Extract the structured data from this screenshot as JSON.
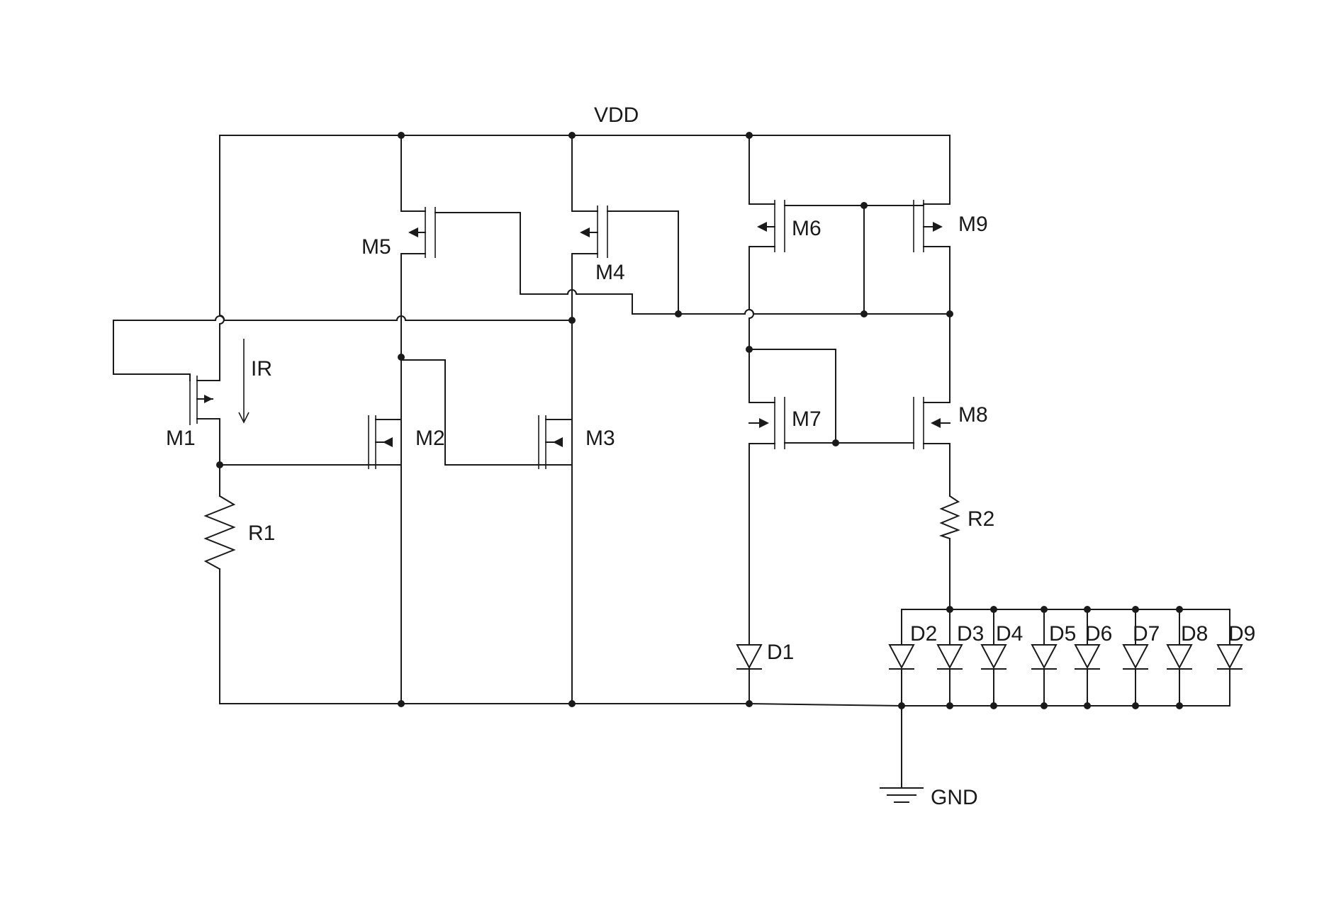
{
  "labels": {
    "vdd": "VDD",
    "gnd": "GND",
    "ir": "IR",
    "m1": "M1",
    "m2": "M2",
    "m3": "M3",
    "m4": "M4",
    "m5": "M5",
    "m6": "M6",
    "m7": "M7",
    "m8": "M8",
    "m9": "M9",
    "r1": "R1",
    "r2": "R2",
    "d1": "D1",
    "d2": "D2",
    "d3": "D3",
    "d4": "D4",
    "d5": "D5",
    "d6": "D6",
    "d7": "D7",
    "d8": "D8",
    "d9": "D9"
  }
}
